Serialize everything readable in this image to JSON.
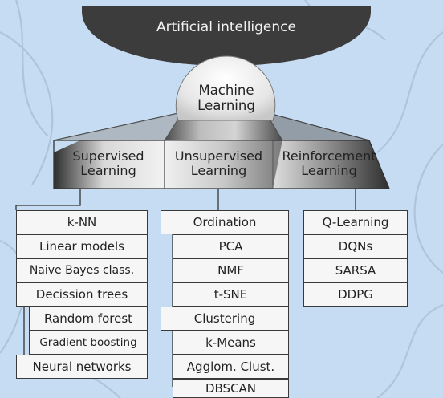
{
  "root": {
    "title": "Artificial intelligence"
  },
  "center": {
    "title": "Machine\nLearning"
  },
  "categories": [
    {
      "name": "Supervised\nLearning"
    },
    {
      "name": "Unsupervised\nLearning"
    },
    {
      "name": "Reinforcement\nLearning"
    }
  ],
  "supervised": {
    "items": [
      "k-NN",
      "Linear models",
      "Naive Bayes class.",
      "Decission trees",
      "Random forest",
      "Gradient boosting",
      "Neural networks"
    ]
  },
  "unsupervised": {
    "items": [
      "Ordination",
      "PCA",
      "NMF",
      "t-SNE",
      "Clustering",
      "k-Means",
      "Agglom. Clust.",
      "DBSCAN"
    ]
  },
  "reinforcement": {
    "items": [
      "Q-Learning",
      "DQNs",
      "SARSA",
      "DDPG"
    ]
  },
  "colors": {
    "background": "#c6dcf2",
    "ai_ellipse": "#3c3c3c",
    "box_fill": "#f6f6f6",
    "box_border": "#3a3a3a"
  }
}
